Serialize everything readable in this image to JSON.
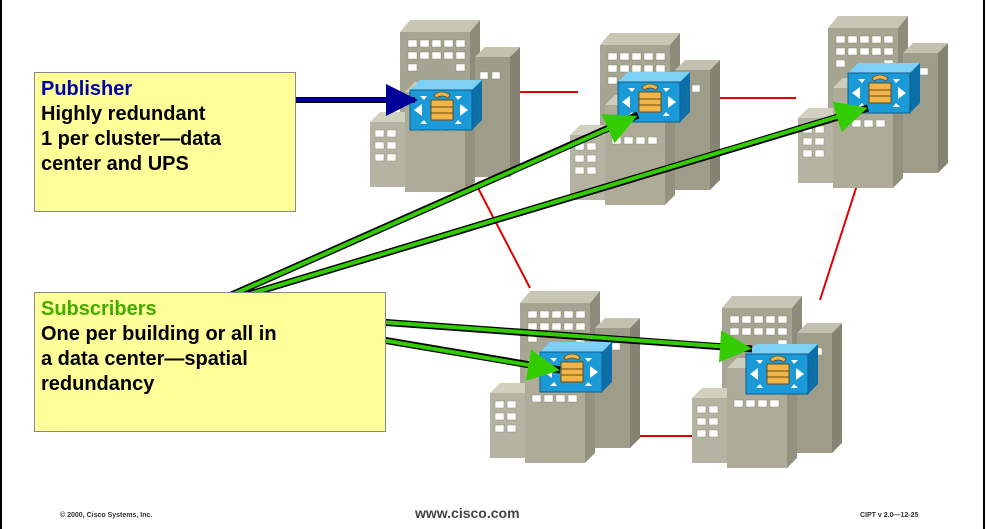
{
  "publisher": {
    "title": "Publisher",
    "lines": [
      "Highly redundant",
      "1 per cluster—data",
      "center and UPS"
    ]
  },
  "subscribers": {
    "title": "Subscribers",
    "lines": [
      "One per building or all in",
      "a data center—spatial",
      "redundancy"
    ]
  },
  "footer": {
    "copyright": "© 2000, Cisco Systems, Inc.",
    "website": "www.cisco.com",
    "version": "CIPT v 2.0—12-25"
  },
  "colors": {
    "callout_bg": "#ffff99",
    "publisher_title": "#0000aa",
    "subscriber_title": "#44aa00",
    "link_red": "#e00000",
    "arrow_green": "#33cc00",
    "arrow_blue": "#000099",
    "building": "#b0ae9c",
    "router_blue": "#1a9ad6"
  },
  "icons": {
    "building": "office-building-icon",
    "server": "call-manager-server-icon"
  }
}
